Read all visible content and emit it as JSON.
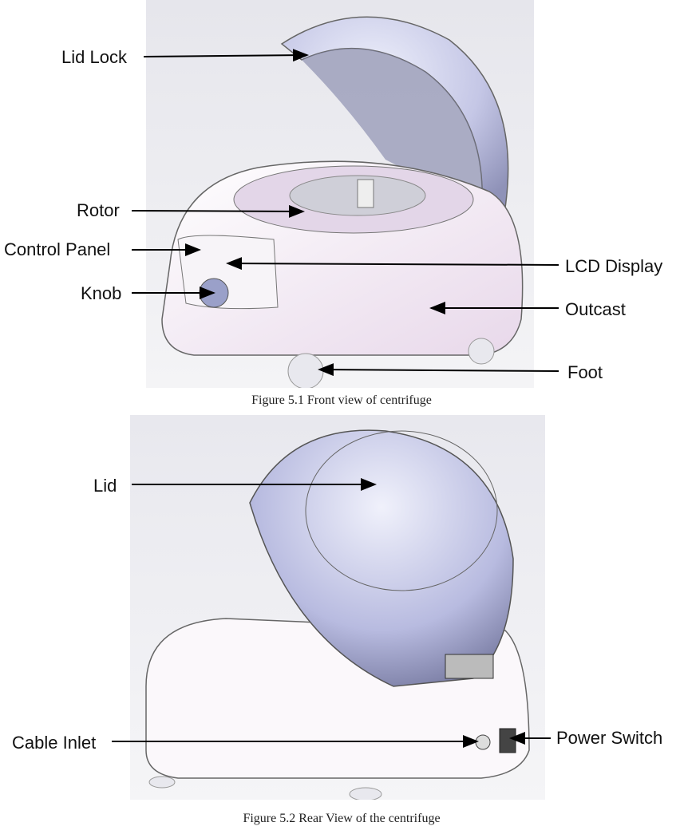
{
  "figures": [
    {
      "caption": "Figure 5.1 Front view of centrifuge",
      "labels": {
        "lid_lock": "Lid Lock",
        "rotor": "Rotor",
        "control_panel": "Control Panel",
        "knob": "Knob",
        "lcd_display": "LCD Display",
        "outcast": "Outcast",
        "foot": "Foot"
      }
    },
    {
      "caption": "Figure 5.2 Rear View of the centrifuge",
      "labels": {
        "lid": "Lid",
        "cable_inlet": "Cable Inlet",
        "power_switch": "Power Switch"
      }
    }
  ],
  "colors": {
    "lid": "#b9bce0",
    "body": "#f3eef4",
    "background": "#e9e9ee"
  }
}
